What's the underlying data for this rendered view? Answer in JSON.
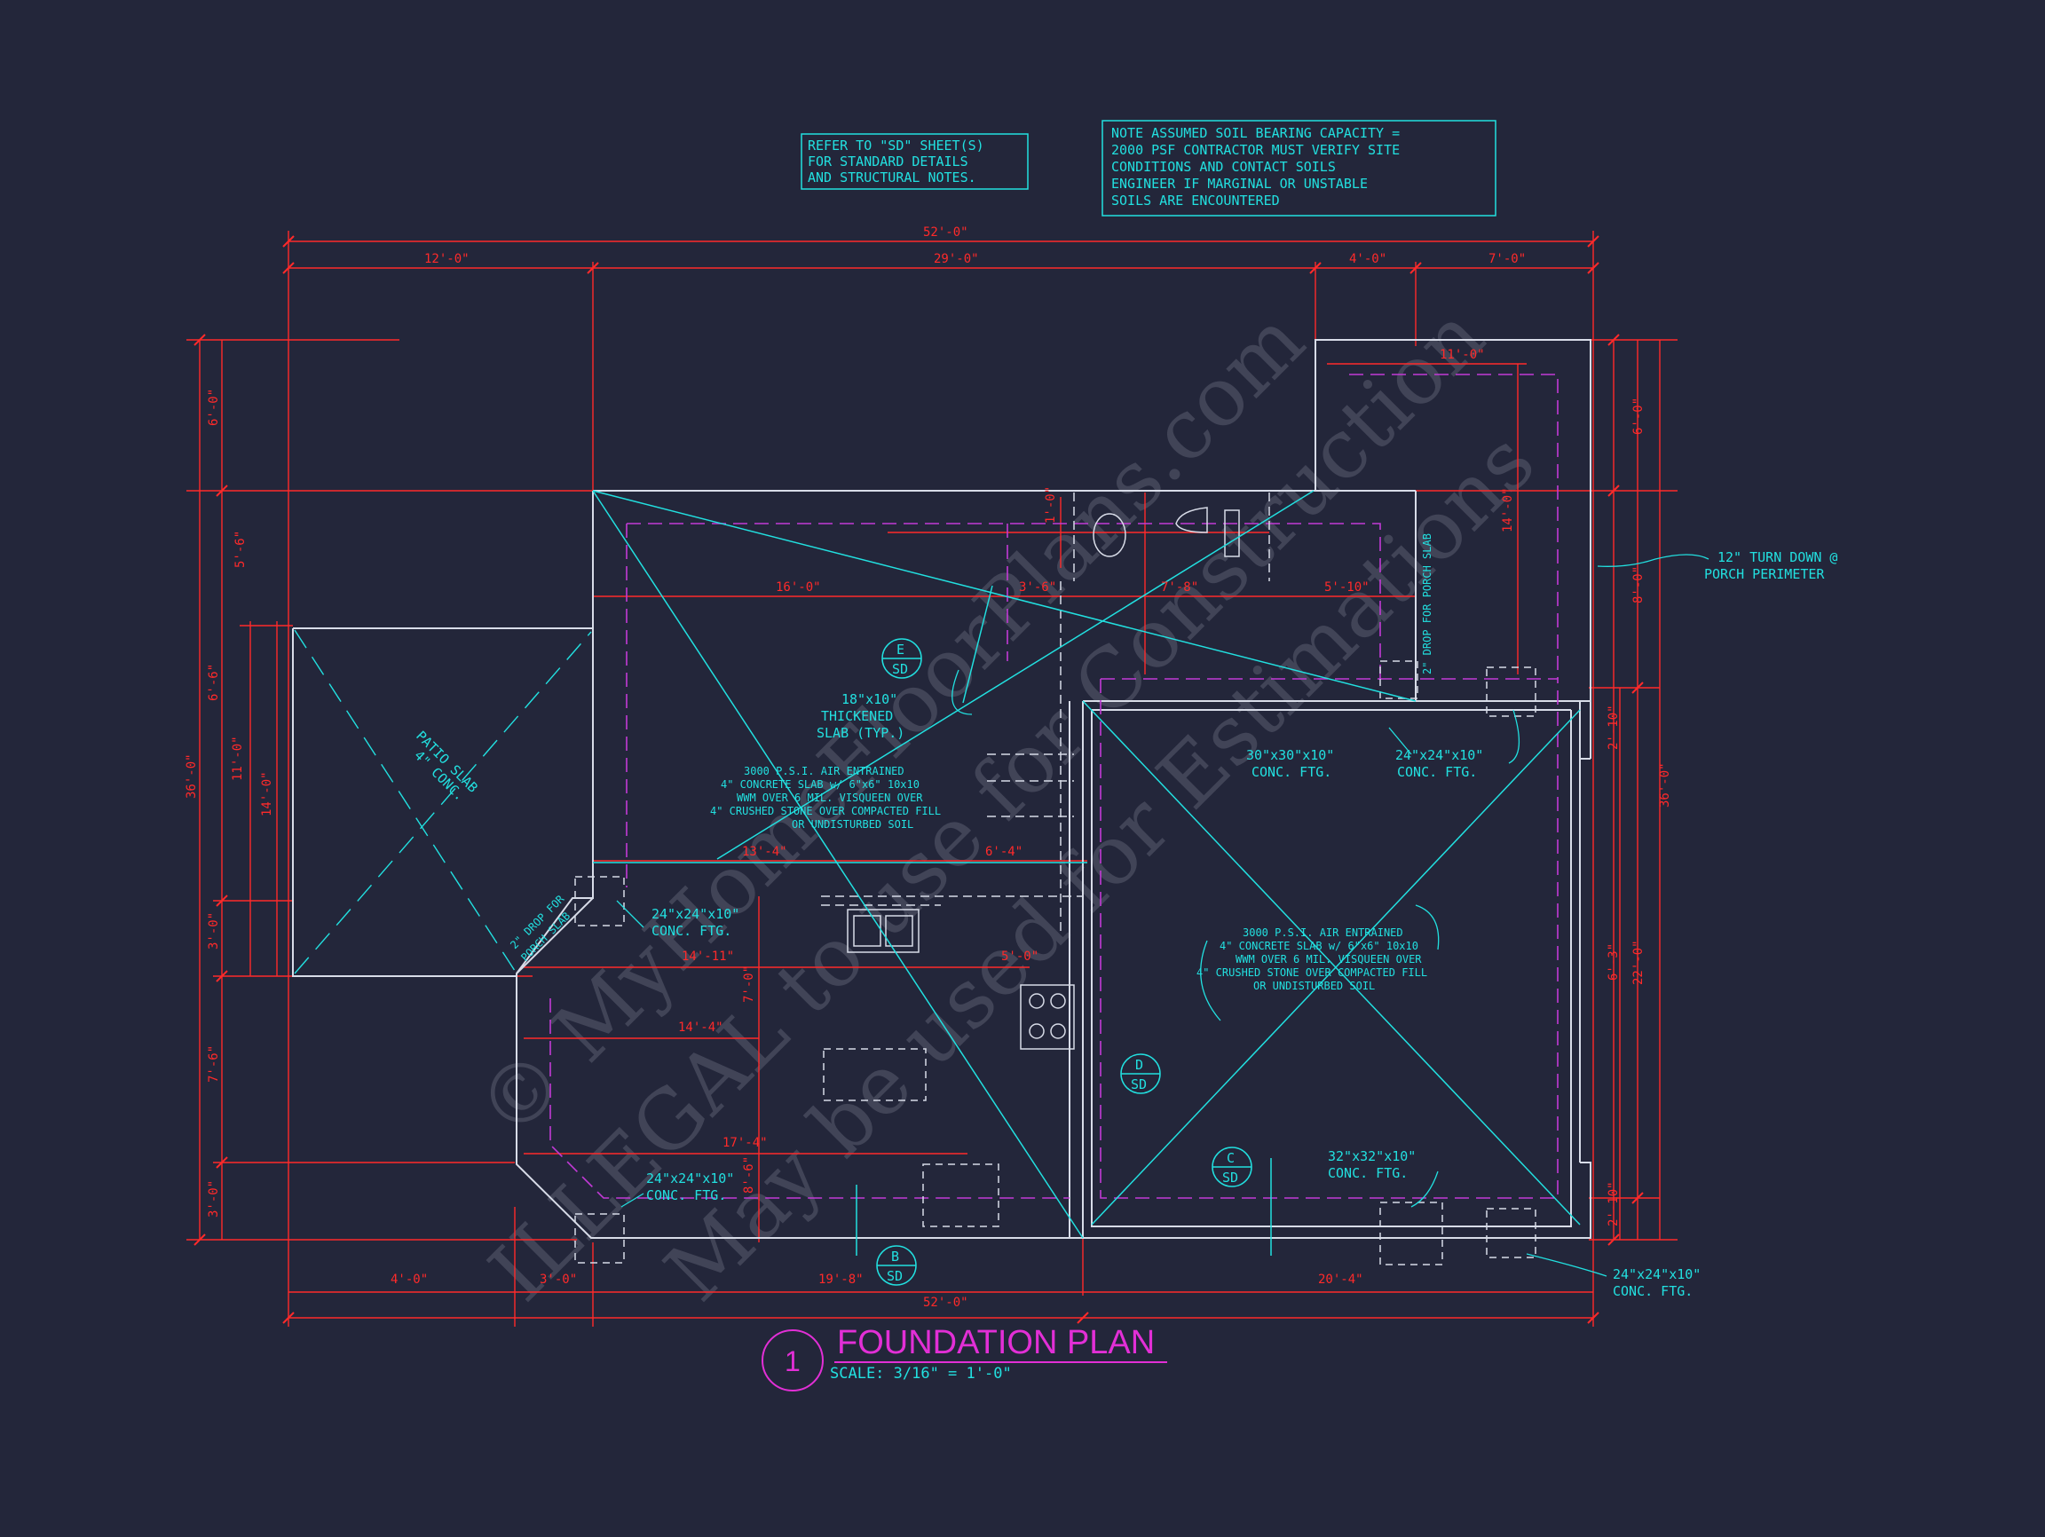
{
  "notes": {
    "refer": [
      "REFER TO \"SD\" SHEET(S)",
      "FOR STANDARD DETAILS",
      "AND STRUCTURAL NOTES."
    ],
    "soil": [
      "NOTE ASSUMED SOIL BEARING CAPACITY =",
      "2000 PSF CONTRACTOR MUST VERIFY SITE",
      "CONDITIONS AND CONTACT SOILS",
      "ENGINEER IF MARGINAL OR UNSTABLE",
      "SOILS ARE ENCOUNTERED"
    ]
  },
  "dimensions": {
    "overall_top": "52'-0\"",
    "top_12": "12'-0\"",
    "top_29": "29'-0\"",
    "top_4": "4'-0\"",
    "top_7": "7'-0\"",
    "porch_11": "11'-0\"",
    "overall_bottom": "52'-0\"",
    "bottom_4": "4'-0\"",
    "bottom_3": "3'-0\"",
    "bottom_19_8": "19'-8\"",
    "bottom_20_4": "20'-4\"",
    "left_overall": "36'-0\"",
    "left_6": "6'-0\"",
    "left_5_6": "5'-6\"",
    "left_6_6": "6'-6\"",
    "left_11": "11'-0\"",
    "left_14": "14'-0\"",
    "left_3a": "3'-0\"",
    "left_7_6": "7'-6\"",
    "left_3b": "3'-0\"",
    "right_overall": "36'-0\"",
    "right_6": "6'-0\"",
    "right_8": "8'-0\"",
    "right_2_10a": "2'-10\"",
    "right_22": "22'-0\"",
    "right_6_3": "6'-3\"",
    "right_2_10b": "2'-10\"",
    "int_16": "16'-0\"",
    "int_3_6": "3'-6\"",
    "int_7_8": "7'-8\"",
    "int_5_10": "5'-10\"",
    "int_1": "1'-0\"",
    "int_14": "14'-0\"",
    "int_13_4": "13'-4\"",
    "int_6_4": "6'-4\"",
    "int_14_11": "14'-11\"",
    "int_5_0": "5'-0\"",
    "int_7_0": "7'-0\"",
    "int_14_4": "14'-4\"",
    "int_17_4": "17'-4\"",
    "int_8": "8'-6\""
  },
  "labels": {
    "thickened": [
      "18\"x10\"",
      "THICKENED",
      "SLAB (TYP.)"
    ],
    "slab_left": [
      "3000 P.S.I. AIR ENTRAINED",
      "4\" CONCRETE SLAB w/ 6\"x6\" 10x10",
      "WWM OVER 6 MIL. VISQUEEN OVER",
      "4\" CRUSHED STONE OVER COMPACTED FILL",
      "OR UNDISTURBED SOIL"
    ],
    "slab_right": [
      "3000 P.S.I. AIR ENTRAINED",
      "4\" CONCRETE SLAB w/ 6\"x6\" 10x10",
      "WWM OVER 6 MIL. VISQUEEN OVER",
      "4\" CRUSHED STONE OVER COMPACTED FILL",
      "OR UNDISTURBED SOIL"
    ],
    "ftg_30": [
      "30\"x30\"x10\"",
      "CONC. FTG."
    ],
    "ftg_24_a": [
      "24\"x24\"x10\"",
      "CONC. FTG."
    ],
    "ftg_24_b": [
      "24\"x24\"x10\"",
      "CONC. FTG."
    ],
    "ftg_24_c": [
      "24\"x24\"x10\"",
      "CONC. FTG."
    ],
    "ftg_24_d": [
      "24\"x24\"x10\"",
      "CONC. FTG."
    ],
    "ftg_32": [
      "32\"x32\"x10\"",
      "CONC. FTG."
    ],
    "turn_down": [
      "12\" TURN DOWN @",
      "PORCH PERIMETER"
    ],
    "patio": [
      "PATIO SLAB",
      "4\" CONC."
    ],
    "drop_left": [
      "2\" DROP FOR",
      "PORCH SLAB"
    ],
    "drop_porch": "2\" DROP FOR PORCH SLAB"
  },
  "sections": [
    {
      "letter": "E",
      "sheet": "SD"
    },
    {
      "letter": "D",
      "sheet": "SD"
    },
    {
      "letter": "C",
      "sheet": "SD"
    },
    {
      "letter": "B",
      "sheet": "SD"
    }
  ],
  "title": {
    "number": "1",
    "text": "FOUNDATION PLAN",
    "scale": "SCALE: 3/16\" = 1'-0\""
  },
  "watermark": [
    "© MyHomeFloorPlans.com",
    "ILLEGAL to use for Construction",
    "May be used for Estimations"
  ],
  "colors": {
    "background": "#23263a",
    "dimension": "#ff2a2a",
    "note": "#22e0e0",
    "wall": "#d8dce8",
    "hidden": "#c23ad6",
    "title": "#e22fd6"
  }
}
